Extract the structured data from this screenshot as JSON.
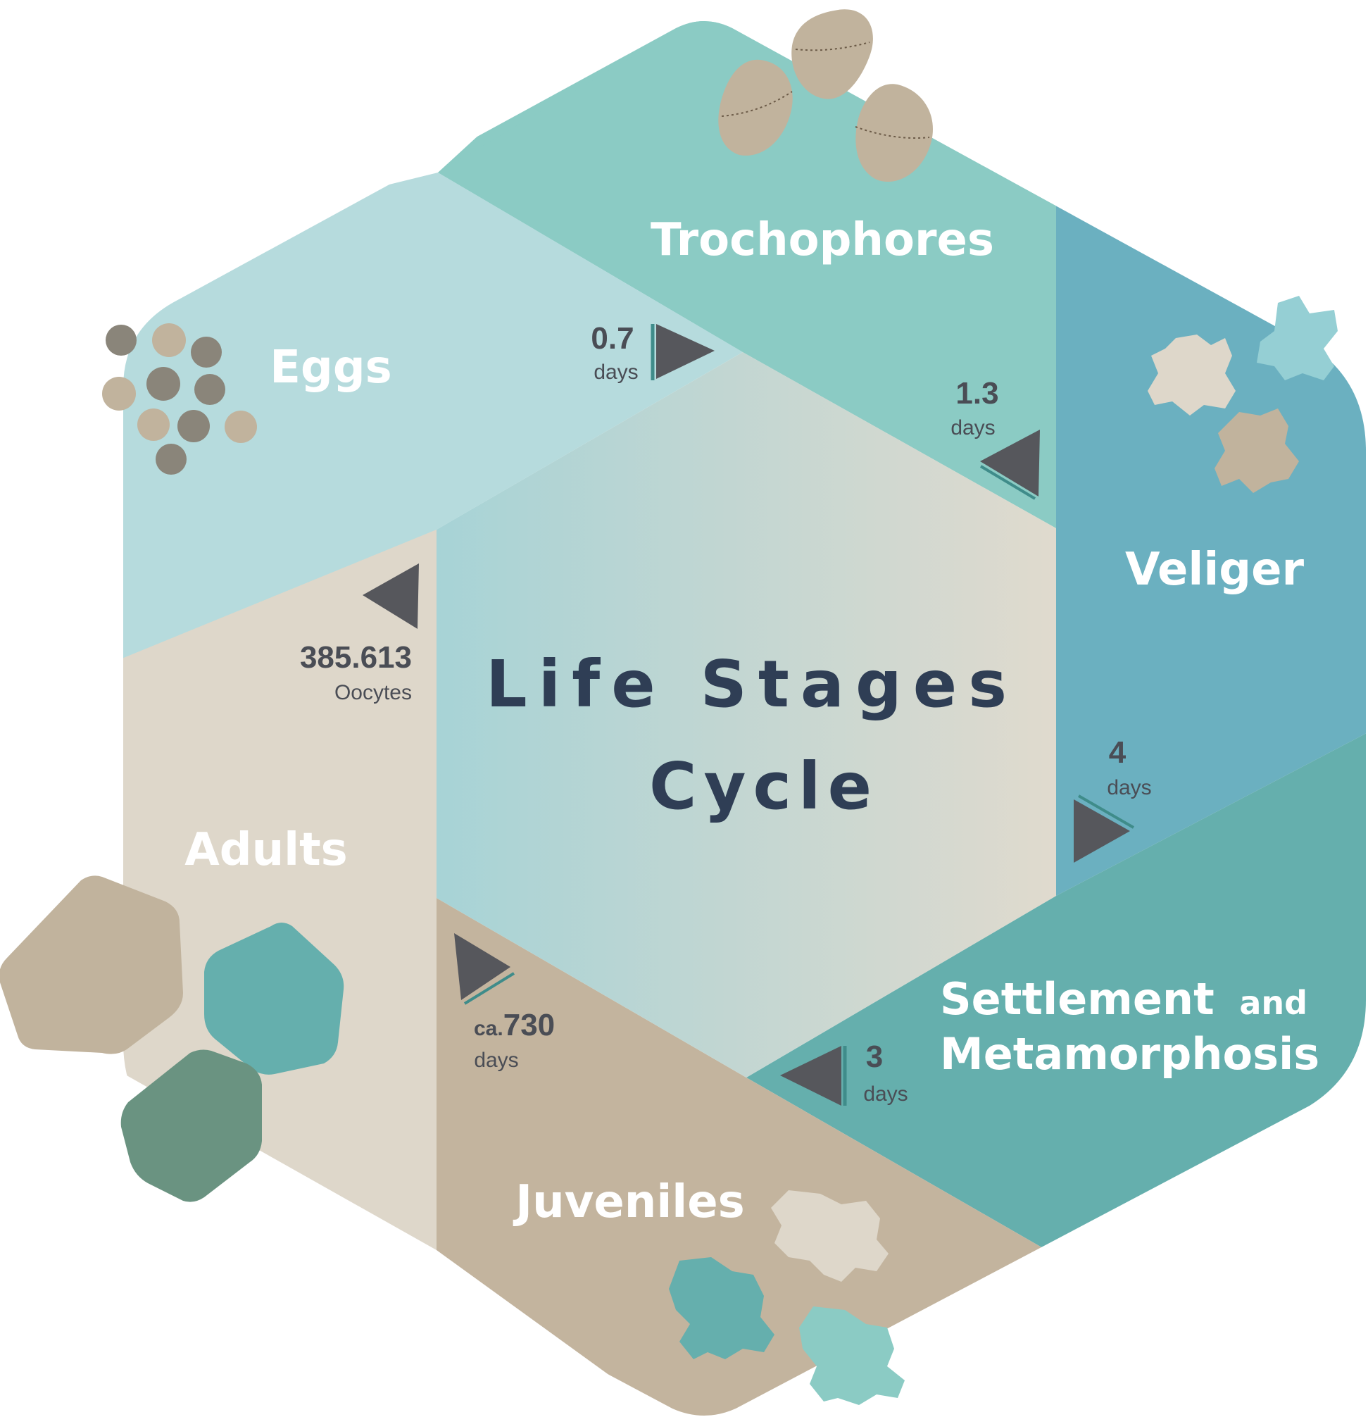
{
  "title": {
    "line1": "Life Stages",
    "line2": "Cycle"
  },
  "stages": {
    "trochophores": "Trochophores",
    "eggs": "Eggs",
    "veliger": "Veliger",
    "settlement_main": "Settlement",
    "settlement_and": "and",
    "settlement_line2": "Metamorphosis",
    "adults": "Adults",
    "juveniles": "Juveniles"
  },
  "transitions": {
    "eggs_to_trochophores": {
      "value": "0.7",
      "unit": "days"
    },
    "trochophores_to_veliger": {
      "value": "1.3",
      "unit": "days"
    },
    "veliger_to_settlement": {
      "value": "4",
      "unit": "days"
    },
    "settlement_to_juveniles": {
      "value": "3",
      "unit": "days"
    },
    "juveniles_to_adults": {
      "prefix": "ca.",
      "value": "730",
      "unit": "days"
    },
    "adults_to_eggs": {
      "value": "385.613",
      "unit": "Oocytes"
    }
  },
  "colors": {
    "trochophores": "#8bcbc4",
    "eggs": "#b6dbdd",
    "veliger": "#6bb0c0",
    "settlement": "#65afad",
    "juveniles": "#c3b49e",
    "adults": "#ded7ca",
    "arrow": "#56575c",
    "title": "#2f3e55"
  }
}
